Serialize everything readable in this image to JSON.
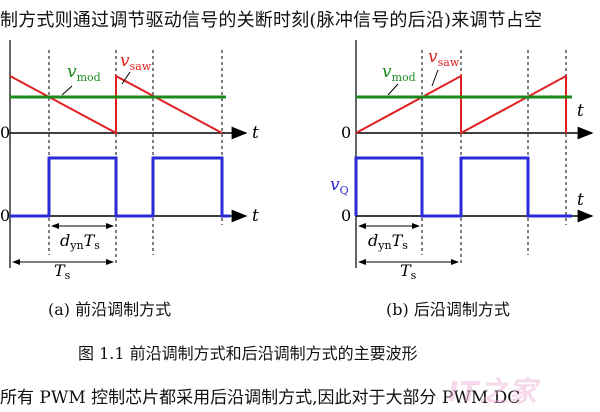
{
  "header_text": "制方式则通过调节驱动信号的关断时刻(脉冲信号的后沿)来调节占空",
  "left_panel": {
    "v_mod_label": "v",
    "v_mod_sub": "mod",
    "v_saw_label": "v",
    "v_saw_sub": "saw",
    "zero_top": "0",
    "zero_bottom": "0",
    "t_top": "t",
    "t_bottom": "t",
    "duty_label": "d",
    "duty_sub": "yn",
    "duty_T": "T",
    "duty_T_sub": "s",
    "period_T": "T",
    "period_T_sub": "s",
    "caption": "(a)  前沿调制方式"
  },
  "right_panel": {
    "v_mod_label": "v",
    "v_mod_sub": "mod",
    "v_saw_label": "v",
    "v_saw_sub": "saw",
    "zero_top": "0",
    "zero_bottom": "0",
    "t_top": "t",
    "t_bottom": "t",
    "vq_label": "v",
    "vq_sub": "Q",
    "duty_label": "d",
    "duty_sub": "yn",
    "duty_T": "T",
    "duty_T_sub": "s",
    "period_T": "T",
    "period_T_sub": "s",
    "caption": "(b)  后沿调制方式"
  },
  "figure_title": "图 1.1  前沿调制方式和后沿调制方式的主要波形",
  "bottom_text": "所有 PWM 控制芯片都采用后沿调制方式,因此对于大部分 PWM DC",
  "watermark_text": "IT之家",
  "colors": {
    "saw": "#e02020",
    "mod": "#1a8a1a",
    "pulse": "#2a2ad8",
    "axis": "#000000"
  }
}
